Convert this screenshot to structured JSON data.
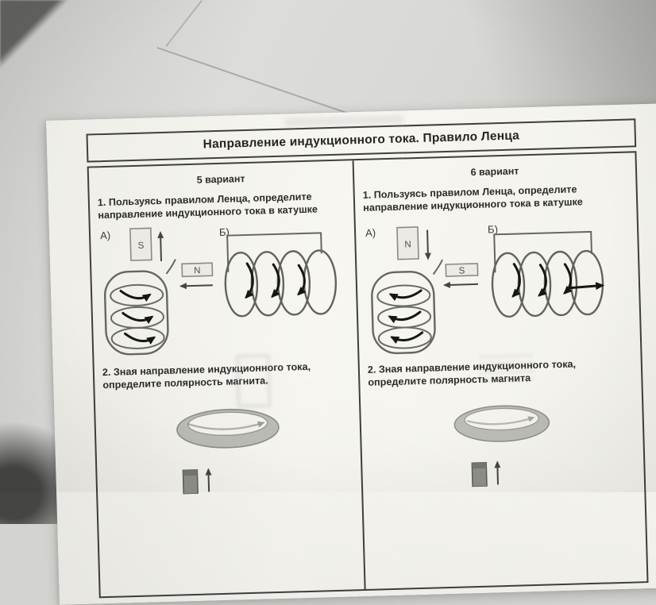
{
  "worksheet": {
    "title": "Направление индукционного тока. Правило Ленца",
    "variant5": {
      "name": "5 вариант",
      "task1": "1. Пользуясь правилом Ленца, определите направление индукционного тока в катушке",
      "label_a": "А)",
      "label_b": "Б)",
      "magnet_a": "S",
      "magnet_b": "N",
      "task2": "2. Зная направление индукционного тока, определите полярность магнита."
    },
    "variant6": {
      "name": "6 вариант",
      "task1": "1. Пользуясь правилом Ленца, определите направление индукционного тока в катушке",
      "label_a": "А)",
      "label_b": "Б)",
      "magnet_a": "N",
      "magnet_b": "S",
      "task2": "2. Зная направление индукционного тока, определите полярность магнита"
    }
  }
}
